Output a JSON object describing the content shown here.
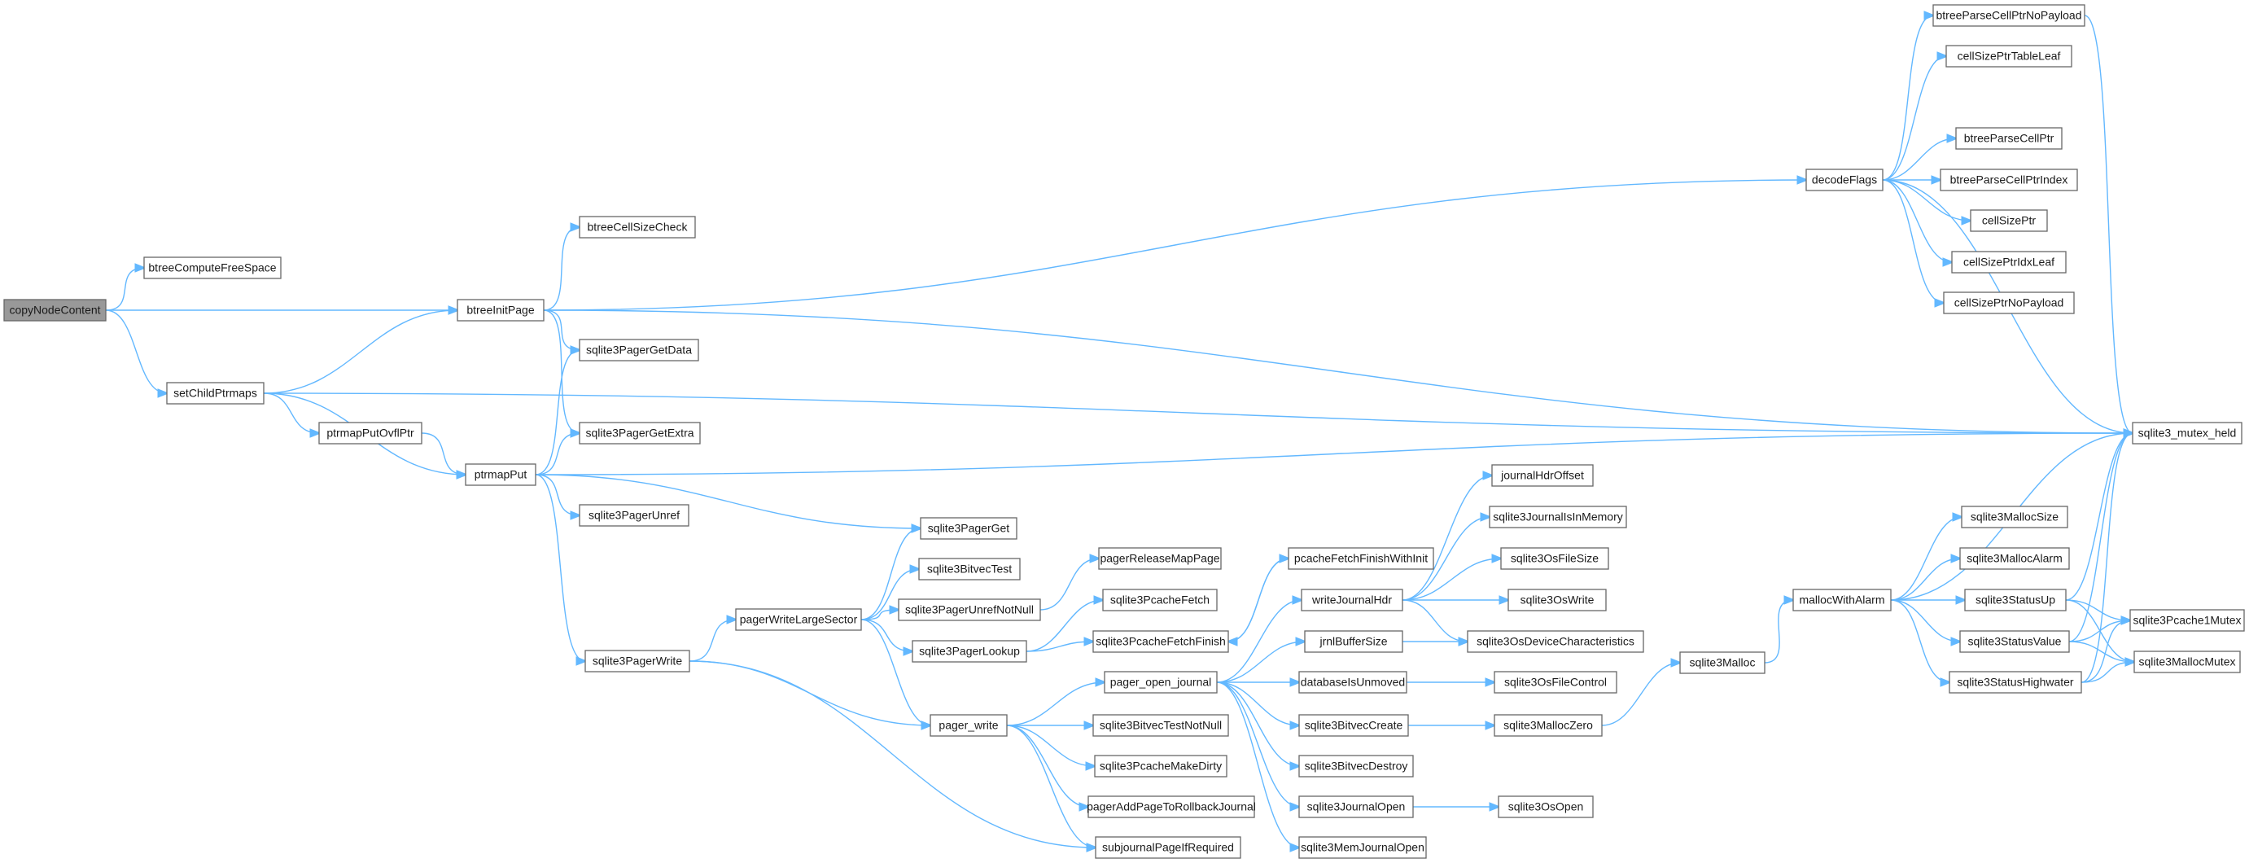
{
  "nodes": [
    {
      "id": "copyNodeContent",
      "label": "copyNodeContent",
      "root": true
    },
    {
      "id": "btreeComputeFreeSpace",
      "label": "btreeComputeFreeSpace"
    },
    {
      "id": "btreeInitPage",
      "label": "btreeInitPage"
    },
    {
      "id": "setChildPtrmaps",
      "label": "setChildPtrmaps"
    },
    {
      "id": "btreeCellSizeCheck",
      "label": "btreeCellSizeCheck"
    },
    {
      "id": "sqlite3PagerGetData",
      "label": "sqlite3PagerGetData"
    },
    {
      "id": "sqlite3PagerGetExtra",
      "label": "sqlite3PagerGetExtra"
    },
    {
      "id": "ptrmapPutOvflPtr",
      "label": "ptrmapPutOvflPtr"
    },
    {
      "id": "ptrmapPut",
      "label": "ptrmapPut"
    },
    {
      "id": "sqlite3PagerUnref",
      "label": "sqlite3PagerUnref"
    },
    {
      "id": "sqlite3PagerWrite",
      "label": "sqlite3PagerWrite"
    },
    {
      "id": "sqlite3PagerGet",
      "label": "sqlite3PagerGet"
    },
    {
      "id": "sqlite3BitvecTest",
      "label": "sqlite3BitvecTest"
    },
    {
      "id": "pagerWriteLargeSector",
      "label": "pagerWriteLargeSector"
    },
    {
      "id": "sqlite3PagerUnrefNotNull",
      "label": "sqlite3PagerUnrefNotNull"
    },
    {
      "id": "sqlite3PagerLookup",
      "label": "sqlite3PagerLookup"
    },
    {
      "id": "pager_write",
      "label": "pager_write"
    },
    {
      "id": "pagerReleaseMapPage",
      "label": "pagerReleaseMapPage"
    },
    {
      "id": "sqlite3PcacheFetch",
      "label": "sqlite3PcacheFetch"
    },
    {
      "id": "sqlite3PcacheFetchFinish",
      "label": "sqlite3PcacheFetchFinish"
    },
    {
      "id": "pager_open_journal",
      "label": "pager_open_journal"
    },
    {
      "id": "sqlite3BitvecTestNotNull",
      "label": "sqlite3BitvecTestNotNull"
    },
    {
      "id": "sqlite3PcacheMakeDirty",
      "label": "sqlite3PcacheMakeDirty"
    },
    {
      "id": "pagerAddPageToRollbackJournal",
      "label": "pagerAddPageToRollbackJournal"
    },
    {
      "id": "subjournalPageIfRequired",
      "label": "subjournalPageIfRequired"
    },
    {
      "id": "pcacheFetchFinishWithInit",
      "label": "pcacheFetchFinishWithInit"
    },
    {
      "id": "writeJournalHdr",
      "label": "writeJournalHdr"
    },
    {
      "id": "jrnlBufferSize",
      "label": "jrnlBufferSize"
    },
    {
      "id": "databaseIsUnmoved",
      "label": "databaseIsUnmoved"
    },
    {
      "id": "sqlite3BitvecCreate",
      "label": "sqlite3BitvecCreate"
    },
    {
      "id": "sqlite3BitvecDestroy",
      "label": "sqlite3BitvecDestroy"
    },
    {
      "id": "sqlite3JournalOpen",
      "label": "sqlite3JournalOpen"
    },
    {
      "id": "sqlite3MemJournalOpen",
      "label": "sqlite3MemJournalOpen"
    },
    {
      "id": "journalHdrOffset",
      "label": "journalHdrOffset"
    },
    {
      "id": "sqlite3JournalIsInMemory",
      "label": "sqlite3JournalIsInMemory"
    },
    {
      "id": "sqlite3OsFileSize",
      "label": "sqlite3OsFileSize"
    },
    {
      "id": "sqlite3OsWrite",
      "label": "sqlite3OsWrite"
    },
    {
      "id": "sqlite3OsDeviceCharacteristics",
      "label": "sqlite3OsDeviceCharacteristics"
    },
    {
      "id": "sqlite3OsFileControl",
      "label": "sqlite3OsFileControl"
    },
    {
      "id": "sqlite3MallocZero",
      "label": "sqlite3MallocZero"
    },
    {
      "id": "sqlite3OsOpen",
      "label": "sqlite3OsOpen"
    },
    {
      "id": "sqlite3Malloc",
      "label": "sqlite3Malloc"
    },
    {
      "id": "mallocWithAlarm",
      "label": "mallocWithAlarm"
    },
    {
      "id": "decodeFlags",
      "label": "decodeFlags"
    },
    {
      "id": "btreeParseCellPtrNoPayload",
      "label": "btreeParseCellPtrNoPayload"
    },
    {
      "id": "cellSizePtrTableLeaf",
      "label": "cellSizePtrTableLeaf"
    },
    {
      "id": "btreeParseCellPtr",
      "label": "btreeParseCellPtr"
    },
    {
      "id": "btreeParseCellPtrIndex",
      "label": "btreeParseCellPtrIndex"
    },
    {
      "id": "cellSizePtr",
      "label": "cellSizePtr"
    },
    {
      "id": "cellSizePtrIdxLeaf",
      "label": "cellSizePtrIdxLeaf"
    },
    {
      "id": "cellSizePtrNoPayload",
      "label": "cellSizePtrNoPayload"
    },
    {
      "id": "sqlite3_mutex_held",
      "label": "sqlite3_mutex_held"
    },
    {
      "id": "sqlite3MallocSize",
      "label": "sqlite3MallocSize"
    },
    {
      "id": "sqlite3MallocAlarm",
      "label": "sqlite3MallocAlarm"
    },
    {
      "id": "sqlite3StatusUp",
      "label": "sqlite3StatusUp"
    },
    {
      "id": "sqlite3StatusValue",
      "label": "sqlite3StatusValue"
    },
    {
      "id": "sqlite3StatusHighwater",
      "label": "sqlite3StatusHighwater"
    },
    {
      "id": "sqlite3Pcache1Mutex",
      "label": "sqlite3Pcache1Mutex"
    },
    {
      "id": "sqlite3MallocMutex",
      "label": "sqlite3MallocMutex"
    }
  ],
  "edges": [
    [
      "copyNodeContent",
      "btreeComputeFreeSpace"
    ],
    [
      "copyNodeContent",
      "btreeInitPage"
    ],
    [
      "copyNodeContent",
      "setChildPtrmaps"
    ],
    [
      "btreeInitPage",
      "btreeCellSizeCheck"
    ],
    [
      "btreeInitPage",
      "sqlite3PagerGetData"
    ],
    [
      "btreeInitPage",
      "sqlite3PagerGetExtra"
    ],
    [
      "btreeInitPage",
      "decodeFlags"
    ],
    [
      "btreeInitPage",
      "sqlite3_mutex_held"
    ],
    [
      "setChildPtrmaps",
      "btreeInitPage"
    ],
    [
      "setChildPtrmaps",
      "ptrmapPutOvflPtr"
    ],
    [
      "setChildPtrmaps",
      "ptrmapPut"
    ],
    [
      "setChildPtrmaps",
      "sqlite3_mutex_held"
    ],
    [
      "ptrmapPutOvflPtr",
      "ptrmapPut"
    ],
    [
      "ptrmapPut",
      "sqlite3PagerGetData"
    ],
    [
      "ptrmapPut",
      "sqlite3PagerGetExtra"
    ],
    [
      "ptrmapPut",
      "sqlite3PagerUnref"
    ],
    [
      "ptrmapPut",
      "sqlite3PagerGet"
    ],
    [
      "ptrmapPut",
      "sqlite3PagerWrite"
    ],
    [
      "ptrmapPut",
      "sqlite3_mutex_held"
    ],
    [
      "sqlite3PagerWrite",
      "pagerWriteLargeSector"
    ],
    [
      "sqlite3PagerWrite",
      "pager_write"
    ],
    [
      "sqlite3PagerWrite",
      "subjournalPageIfRequired"
    ],
    [
      "pagerWriteLargeSector",
      "sqlite3PagerGet"
    ],
    [
      "pagerWriteLargeSector",
      "sqlite3BitvecTest"
    ],
    [
      "pagerWriteLargeSector",
      "sqlite3PagerUnrefNotNull"
    ],
    [
      "pagerWriteLargeSector",
      "sqlite3PagerLookup"
    ],
    [
      "pagerWriteLargeSector",
      "pager_write"
    ],
    [
      "sqlite3PagerUnrefNotNull",
      "pagerReleaseMapPage"
    ],
    [
      "sqlite3PagerLookup",
      "sqlite3PcacheFetch"
    ],
    [
      "sqlite3PagerLookup",
      "sqlite3PcacheFetchFinish"
    ],
    [
      "sqlite3PcacheFetchFinish",
      "pcacheFetchFinishWithInit"
    ],
    [
      "pcacheFetchFinishWithInit",
      "sqlite3PcacheFetchFinish"
    ],
    [
      "pager_write",
      "pager_open_journal"
    ],
    [
      "pager_write",
      "sqlite3BitvecTestNotNull"
    ],
    [
      "pager_write",
      "sqlite3PcacheMakeDirty"
    ],
    [
      "pager_write",
      "pagerAddPageToRollbackJournal"
    ],
    [
      "pager_write",
      "subjournalPageIfRequired"
    ],
    [
      "pager_open_journal",
      "writeJournalHdr"
    ],
    [
      "pager_open_journal",
      "jrnlBufferSize"
    ],
    [
      "pager_open_journal",
      "databaseIsUnmoved"
    ],
    [
      "pager_open_journal",
      "sqlite3BitvecCreate"
    ],
    [
      "pager_open_journal",
      "sqlite3BitvecDestroy"
    ],
    [
      "pager_open_journal",
      "sqlite3JournalOpen"
    ],
    [
      "pager_open_journal",
      "sqlite3MemJournalOpen"
    ],
    [
      "writeJournalHdr",
      "journalHdrOffset"
    ],
    [
      "writeJournalHdr",
      "sqlite3JournalIsInMemory"
    ],
    [
      "writeJournalHdr",
      "sqlite3OsFileSize"
    ],
    [
      "writeJournalHdr",
      "sqlite3OsWrite"
    ],
    [
      "writeJournalHdr",
      "sqlite3OsDeviceCharacteristics"
    ],
    [
      "jrnlBufferSize",
      "sqlite3OsDeviceCharacteristics"
    ],
    [
      "databaseIsUnmoved",
      "sqlite3OsFileControl"
    ],
    [
      "sqlite3BitvecCreate",
      "sqlite3MallocZero"
    ],
    [
      "sqlite3JournalOpen",
      "sqlite3OsOpen"
    ],
    [
      "sqlite3MallocZero",
      "sqlite3Malloc"
    ],
    [
      "sqlite3Malloc",
      "mallocWithAlarm"
    ],
    [
      "mallocWithAlarm",
      "sqlite3_mutex_held"
    ],
    [
      "mallocWithAlarm",
      "sqlite3MallocSize"
    ],
    [
      "mallocWithAlarm",
      "sqlite3MallocAlarm"
    ],
    [
      "mallocWithAlarm",
      "sqlite3StatusUp"
    ],
    [
      "mallocWithAlarm",
      "sqlite3StatusValue"
    ],
    [
      "mallocWithAlarm",
      "sqlite3StatusHighwater"
    ],
    [
      "sqlite3StatusUp",
      "sqlite3_mutex_held"
    ],
    [
      "sqlite3StatusUp",
      "sqlite3Pcache1Mutex"
    ],
    [
      "sqlite3StatusUp",
      "sqlite3MallocMutex"
    ],
    [
      "sqlite3StatusValue",
      "sqlite3_mutex_held"
    ],
    [
      "sqlite3StatusValue",
      "sqlite3Pcache1Mutex"
    ],
    [
      "sqlite3StatusValue",
      "sqlite3MallocMutex"
    ],
    [
      "sqlite3StatusHighwater",
      "sqlite3_mutex_held"
    ],
    [
      "sqlite3StatusHighwater",
      "sqlite3Pcache1Mutex"
    ],
    [
      "sqlite3StatusHighwater",
      "sqlite3MallocMutex"
    ],
    [
      "decodeFlags",
      "btreeParseCellPtrNoPayload"
    ],
    [
      "decodeFlags",
      "cellSizePtrTableLeaf"
    ],
    [
      "decodeFlags",
      "sqlite3_mutex_held"
    ],
    [
      "decodeFlags",
      "btreeParseCellPtr"
    ],
    [
      "decodeFlags",
      "btreeParseCellPtrIndex"
    ],
    [
      "decodeFlags",
      "cellSizePtr"
    ],
    [
      "decodeFlags",
      "cellSizePtrIdxLeaf"
    ],
    [
      "decodeFlags",
      "cellSizePtrNoPayload"
    ],
    [
      "btreeParseCellPtrNoPayload",
      "sqlite3_mutex_held"
    ]
  ],
  "colors": {
    "edge": "#63b8ff",
    "root_fill": "#999999",
    "node_border": "#666666"
  }
}
